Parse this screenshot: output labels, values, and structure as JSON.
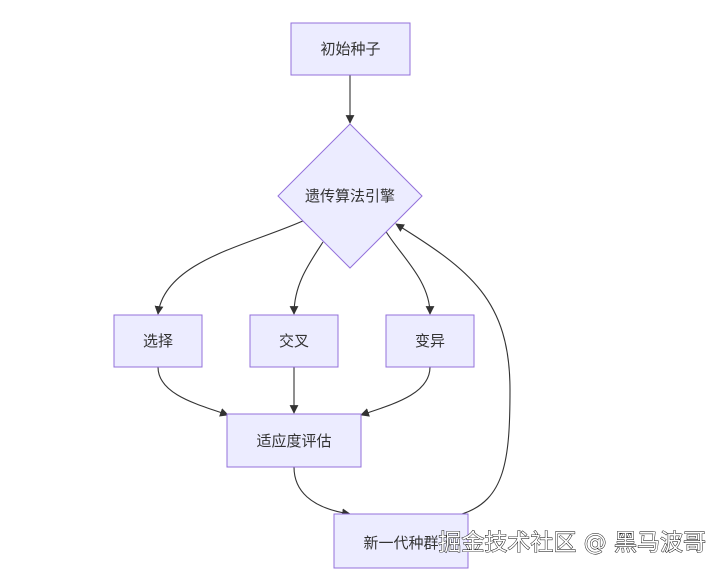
{
  "nodes": {
    "seed": "初始种子",
    "engine": "遗传算法引擎",
    "selection": "选择",
    "crossover": "交叉",
    "mutation": "变异",
    "fitness": "适应度评估",
    "new_gen": "新一代种群"
  },
  "watermark": "掘金技术社区 @ 黑马波哥",
  "colors": {
    "node_fill": "#ECECFF",
    "node_stroke": "#9370DB",
    "edge": "#333333"
  }
}
